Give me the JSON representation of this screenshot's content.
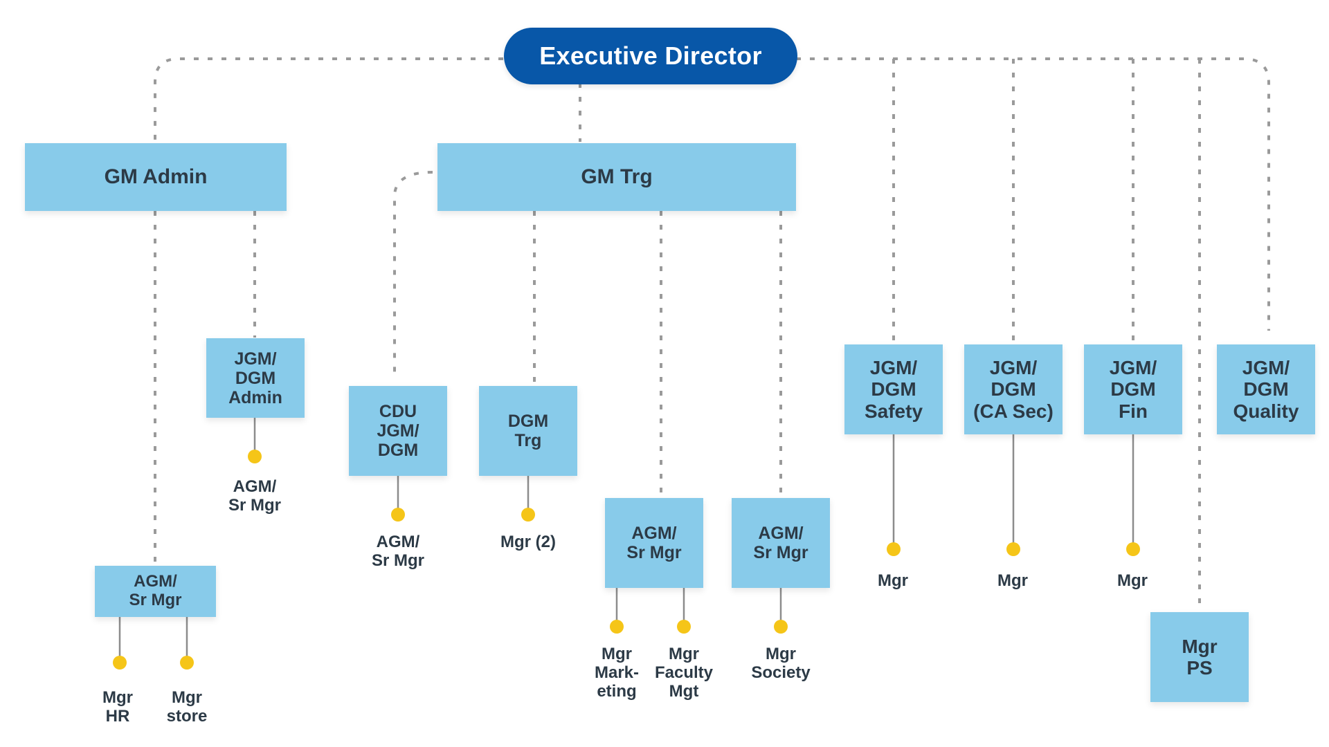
{
  "top": {
    "label": "Executive Director"
  },
  "gm_admin": {
    "label": "GM Admin"
  },
  "gm_trg": {
    "label": "GM Trg"
  },
  "jgm_dgm_admin": {
    "label": "JGM/\nDGM\nAdmin"
  },
  "agm_admin": {
    "label": "AGM/\nSr Mgr"
  },
  "cdu": {
    "label": "CDU\nJGM/\nDGM"
  },
  "dgm_trg": {
    "label": "DGM\nTrg"
  },
  "agm_mkt": {
    "label": "AGM/\nSr Mgr"
  },
  "agm_soc": {
    "label": "AGM/\nSr Mgr"
  },
  "jgm_safety": {
    "label": "JGM/\nDGM\nSafety"
  },
  "jgm_casec": {
    "label": "JGM/\nDGM\n(CA Sec)"
  },
  "jgm_fin": {
    "label": "JGM/\nDGM\nFin"
  },
  "jgm_quality": {
    "label": "JGM/\nDGM\nQuality"
  },
  "mgr_ps": {
    "label": "Mgr\nPS"
  },
  "leaves": {
    "agm_srmgr_admin": "AGM/\nSr Mgr",
    "mgr_hr": "Mgr\nHR",
    "mgr_store": "Mgr\nstore",
    "agm_srmgr_cdu": "AGM/\nSr Mgr",
    "mgr_2": "Mgr (2)",
    "mgr_marketing": "Mgr\nMark-\neting",
    "mgr_faculty": "Mgr\nFaculty\nMgt",
    "mgr_society": "Mgr\nSociety",
    "mgr_safety": "Mgr",
    "mgr_casec": "Mgr",
    "mgr_fin": "Mgr"
  },
  "colors": {
    "top_fill": "#0857a8",
    "box_fill": "#88cbea",
    "text": "#2c3a46",
    "connector_dashed": "#9a9a9a",
    "connector_solid": "#8c8c8c",
    "dot": "#f5c518"
  }
}
